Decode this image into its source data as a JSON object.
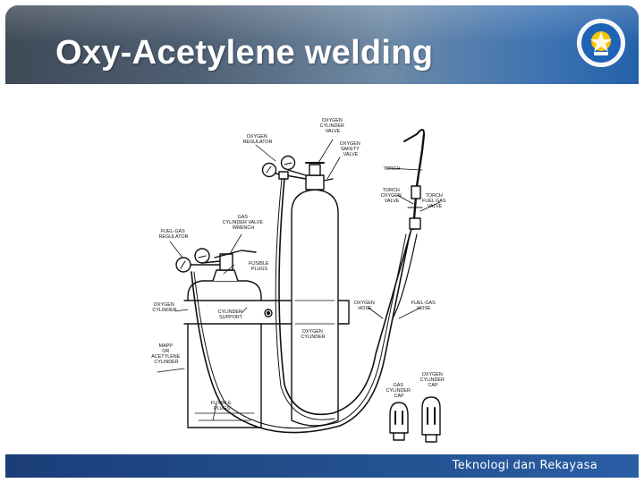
{
  "header": {
    "title": "Oxy-Acetylene welding"
  },
  "footer": {
    "text": "Teknologi dan Rekayasa"
  },
  "diagram": {
    "labels": {
      "oxygen_regulator": [
        "OXYGEN",
        "REGULATOR"
      ],
      "oxygen_cylinder_valve": [
        "OXYGEN",
        "CYLINDER",
        "VALVE"
      ],
      "oxygen_safety_valve": [
        "OXYGEN",
        "SAFETY",
        "VALVE"
      ],
      "torch": [
        "TORCH"
      ],
      "torch_oxygen_valve": [
        "TORCH",
        "OXYGEN",
        "VALVE"
      ],
      "torch_fuel_gas_valve": [
        "TORCH",
        "FUEL GAS",
        "VALVE"
      ],
      "gas_cylinder_valve_wrench": [
        "GAS",
        "CYLINDER VALVE",
        "WRENCH"
      ],
      "fuel_gas_regulator": [
        "FUEL-GAS",
        "REGULATOR"
      ],
      "fusible_plugs_top": [
        "FUSIBLE",
        "PLUGS"
      ],
      "oxygen_cylinder_left": [
        "OXYGEN",
        "CYLINDER"
      ],
      "cylinder_support": [
        "CYLINDER",
        "SUPPORT"
      ],
      "oxygen_hose": [
        "OXYGEN",
        "HOSE"
      ],
      "fuel_gas_hose": [
        "FUEL-GAS",
        "HOSE"
      ],
      "oxygen_cylinder_main": [
        "OXYGEN",
        "CYLINDER"
      ],
      "mapp_acetylene": [
        "MAPP",
        "OR",
        "ACETYLENE",
        "CYLINDER"
      ],
      "oxygen_cylinder_cap": [
        "OXYGEN",
        "CYLINDER",
        "CAP"
      ],
      "gas_cylinder_cap": [
        "GAS",
        "CYLINDER",
        "CAP"
      ],
      "fusible_plugs_bottom": [
        "FUSIBLE",
        "PLUGS"
      ]
    }
  }
}
